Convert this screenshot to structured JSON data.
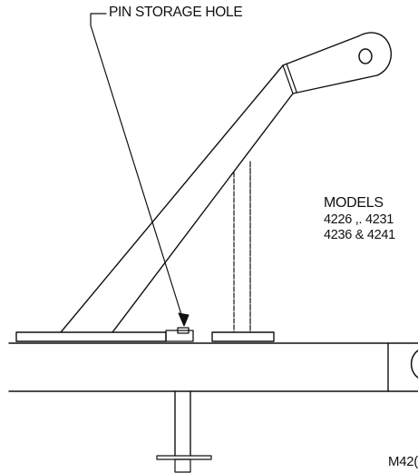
{
  "callout": {
    "label": "PIN STORAGE HOLE"
  },
  "models": {
    "title": "MODELS",
    "line1": "4226 ,. 4231",
    "line2": "4236 & 4241"
  },
  "figure": {
    "code": "M42("
  },
  "style": {
    "ink": "#111111",
    "paper": "#ffffff"
  }
}
